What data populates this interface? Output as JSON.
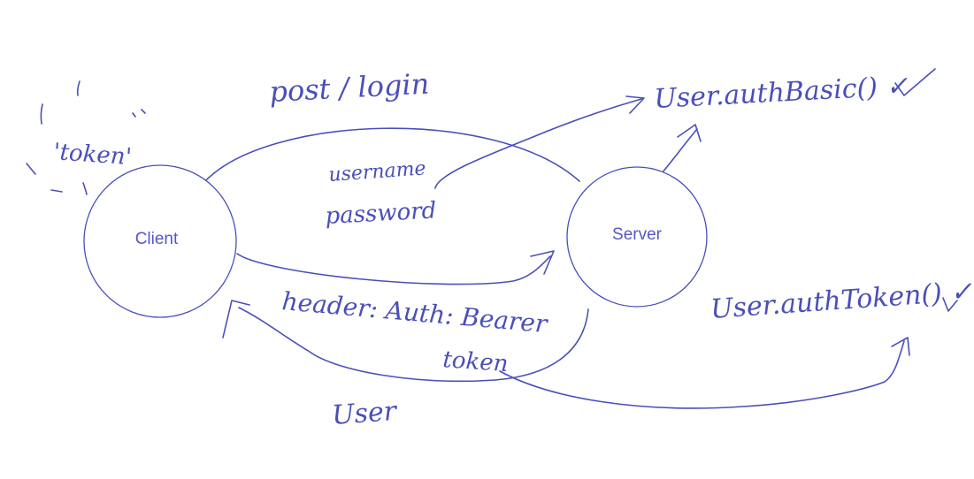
{
  "diagram": {
    "nodes": {
      "client": {
        "label": "Client"
      },
      "server": {
        "label": "Server"
      }
    },
    "notes": {
      "token": "'token'",
      "post_login": "post / login",
      "credentials_line1": "username",
      "credentials_line2": "password",
      "auth_basic": "User.authBasic() ✓",
      "auth_token": "User.authToken() ✓",
      "header_line1": "header: Auth: Bearer",
      "header_line2": "token",
      "user": "User"
    },
    "colors": {
      "ink": "#4a4fb8",
      "node_text": "#5556c8",
      "background": "#ffffff"
    }
  }
}
